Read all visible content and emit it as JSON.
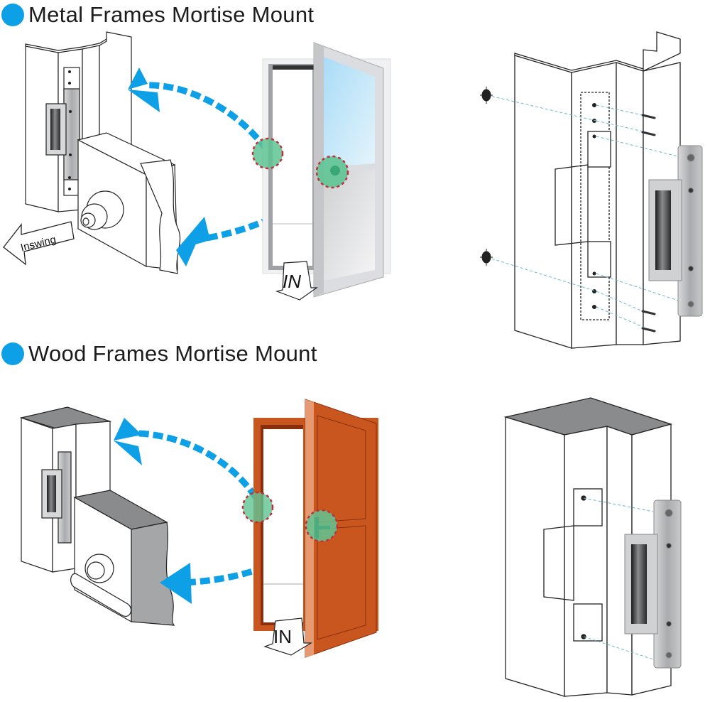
{
  "sections": [
    {
      "title": "Metal Frames Mortise Mount",
      "swing_label": "Inswing",
      "door_label": "IN",
      "door_type": "metal-glass-door"
    },
    {
      "title": "Wood Frames Mortise Mount",
      "door_label": "IN",
      "door_type": "wood-door"
    }
  ],
  "colors": {
    "accent_blue": "#0ea0e6",
    "highlight_green": "#5fc493",
    "highlight_border_red": "#c0303a",
    "wood_door": "#c9561f",
    "wood_frame_dark": "#8a2f0e",
    "glass_blue": "#bfe6fa",
    "steel_gray": "#b5b6b8"
  }
}
